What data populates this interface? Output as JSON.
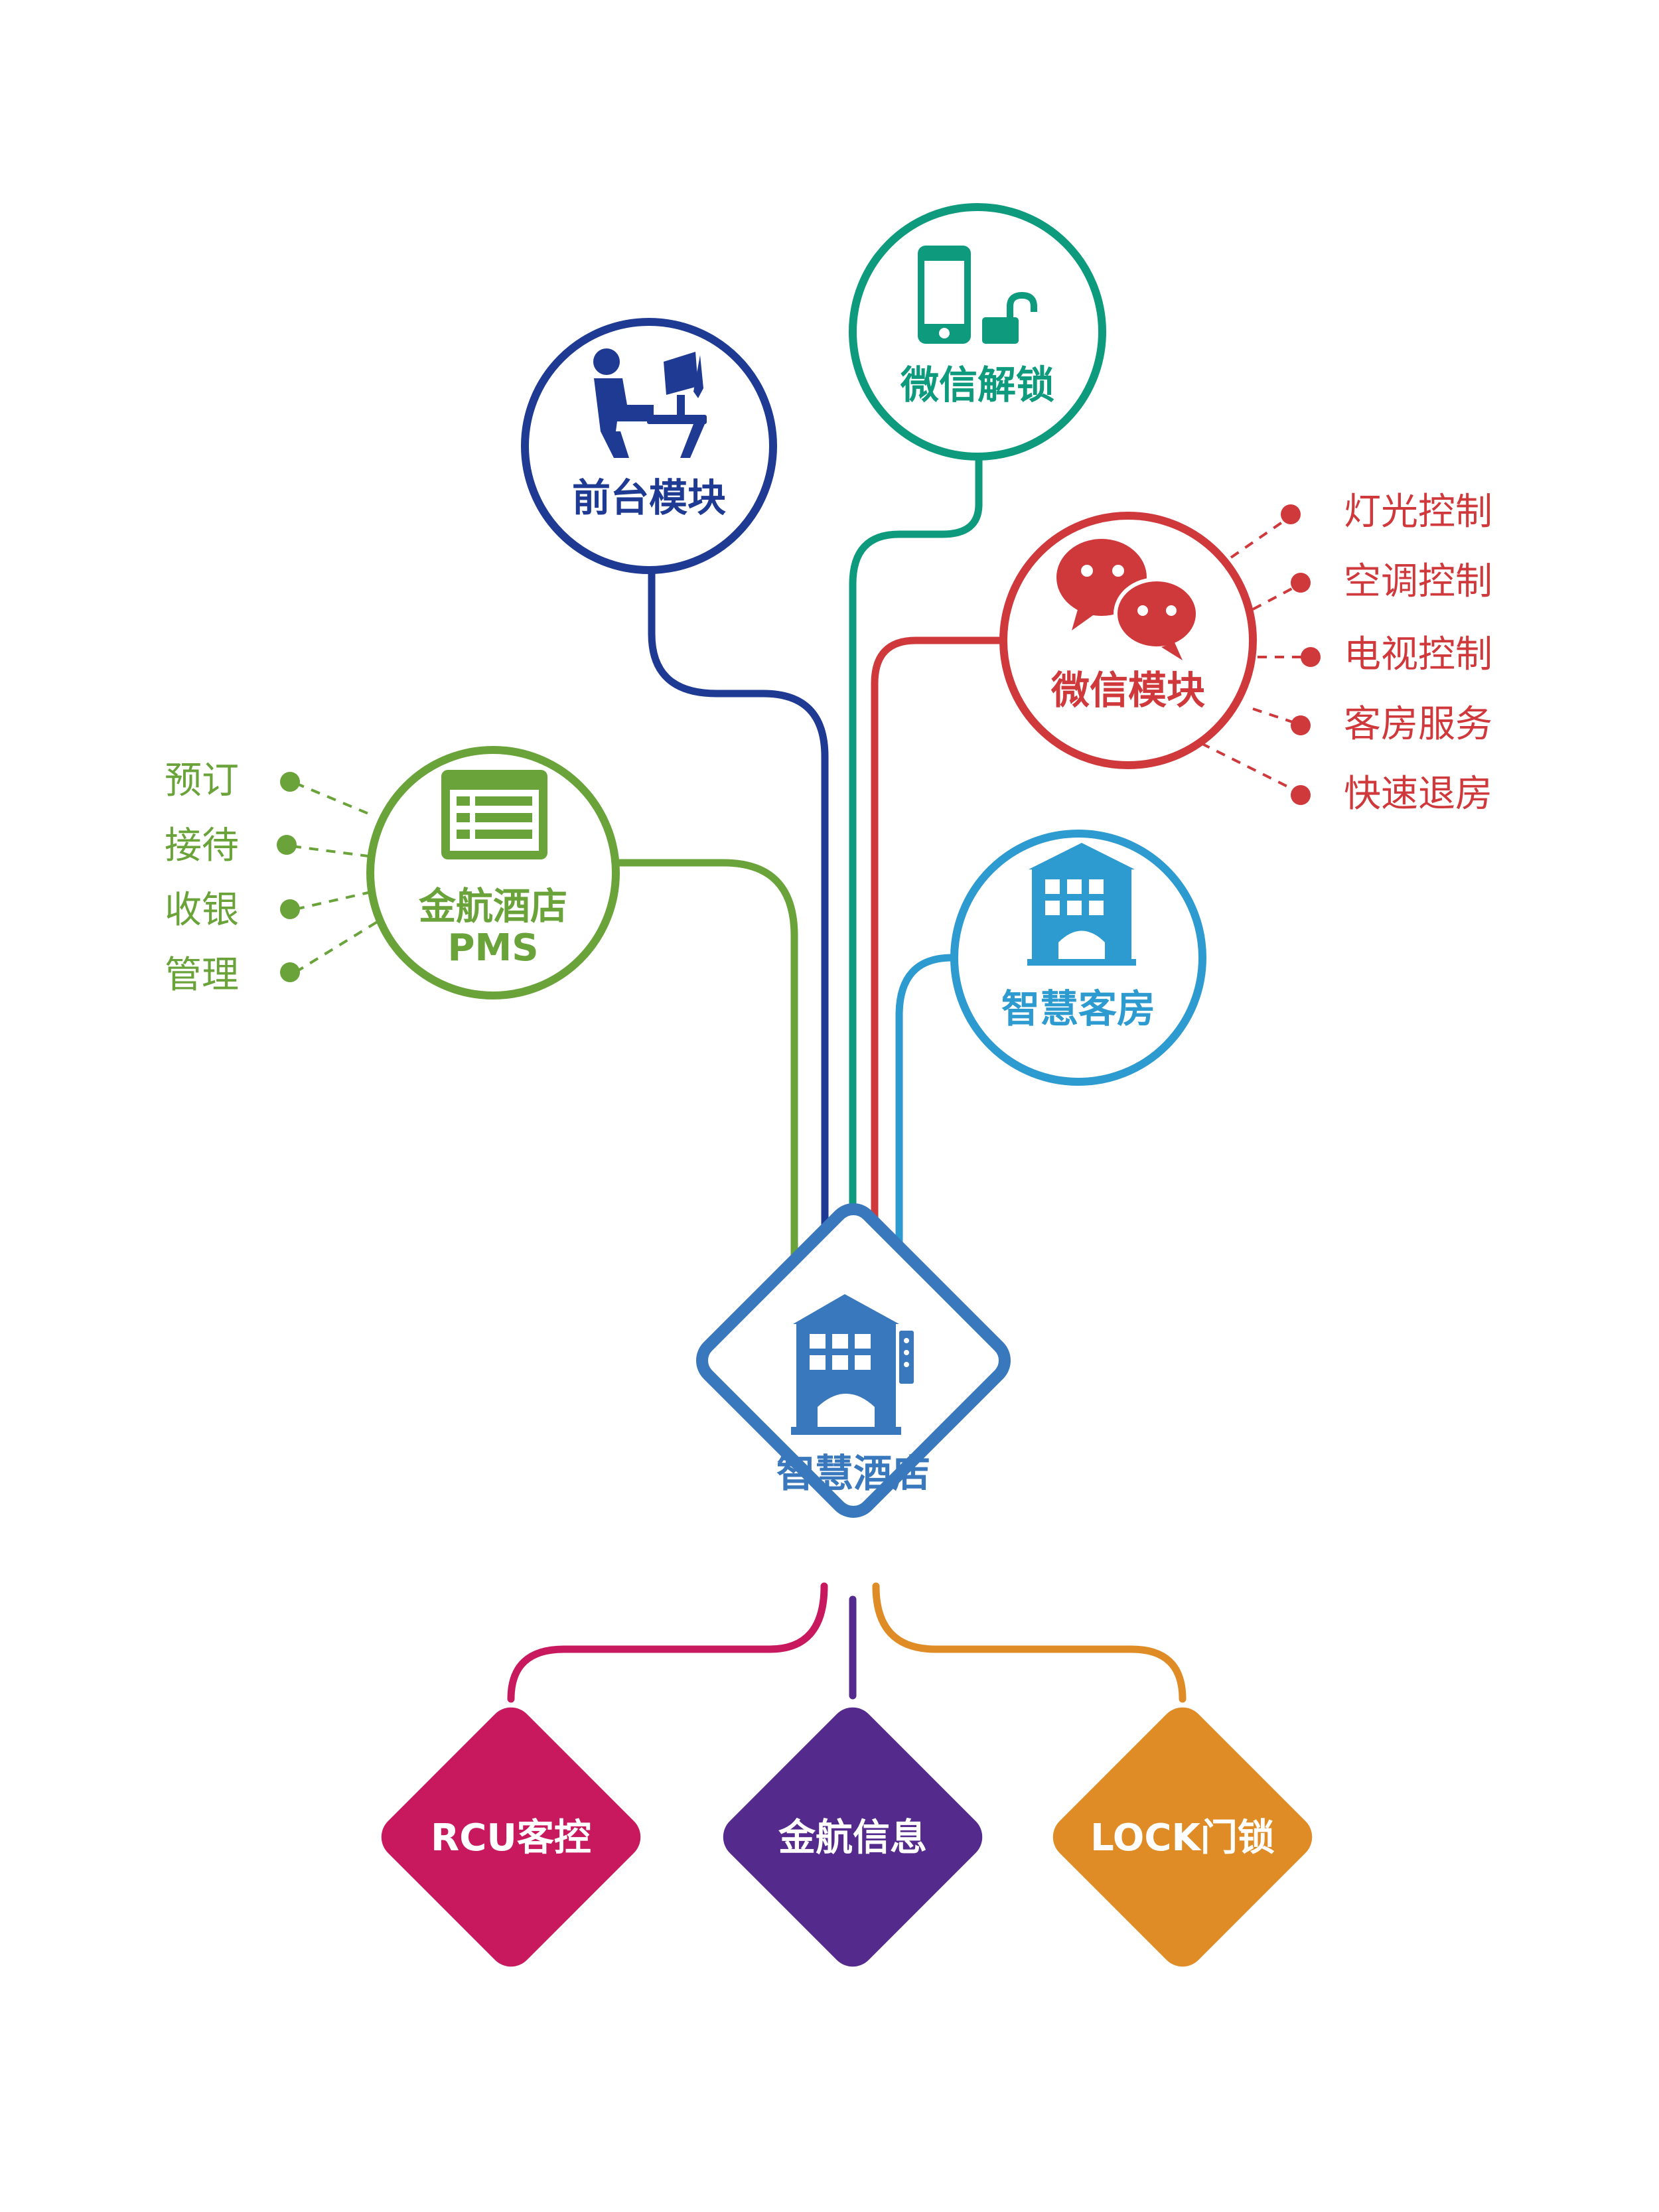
{
  "colors": {
    "front_desk": "#1f3a93",
    "wechat_unlock": "#0d9a7d",
    "wechat_module": "#d0393c",
    "pms": "#6aa33a",
    "smart_room": "#2d9bd0",
    "smart_hotel": "#3a78bd",
    "rcu": "#c8195f",
    "jinhang_info": "#542b8c",
    "lock": "#e08c26"
  },
  "nodes": {
    "front_desk": {
      "label": "前台模块",
      "icon": "front-desk-icon"
    },
    "wechat_unlock": {
      "label": "微信解锁",
      "icon": "phone-unlock-icon"
    },
    "wechat_module": {
      "label": "微信模块",
      "icon": "wechat-icon",
      "features": [
        "灯光控制",
        "空调控制",
        "电视控制",
        "客房服务",
        "快速退房"
      ]
    },
    "pms": {
      "label_line1": "金航酒店",
      "label_line2": "PMS",
      "icon": "pms-list-icon",
      "features": [
        "预订",
        "接待",
        "收银",
        "管理"
      ]
    },
    "smart_room": {
      "label": "智慧客房",
      "icon": "building-icon"
    },
    "smart_hotel": {
      "label": "智慧酒店",
      "icon": "hotel-icon"
    },
    "rcu": {
      "label": "RCU客控"
    },
    "jinhang_info": {
      "label": "金航信息"
    },
    "lock": {
      "label": "LOCK门锁"
    }
  }
}
